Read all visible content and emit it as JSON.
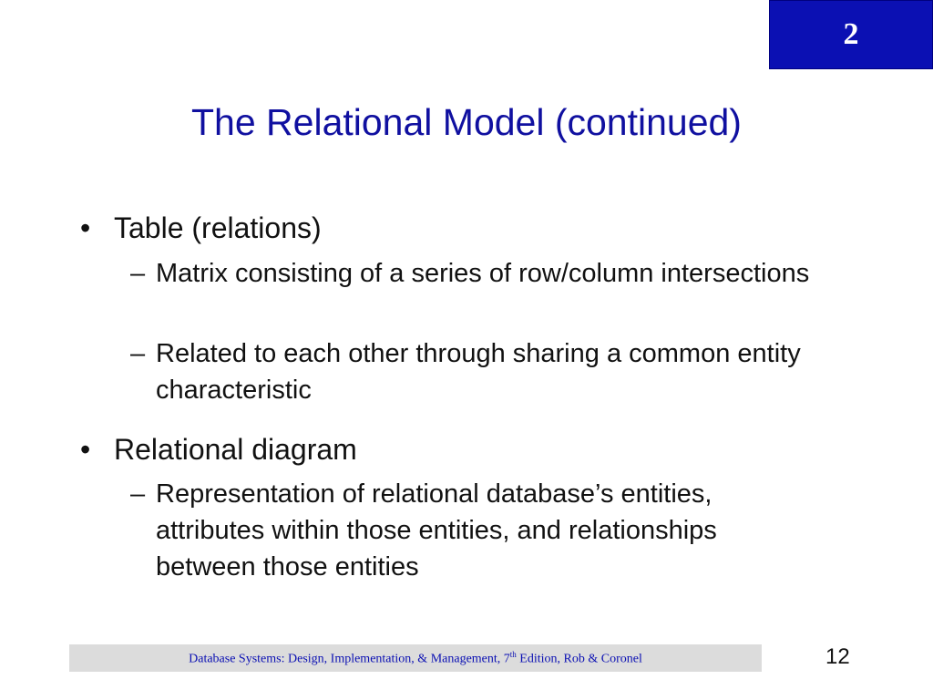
{
  "chapter": "2",
  "title": "The Relational Model (continued)",
  "bullets": [
    {
      "symbol": "•",
      "text": "Table (relations)",
      "subs": [
        {
          "symbol": "–",
          "text": "Matrix consisting of a series of row/column intersections"
        },
        {
          "symbol": "–",
          "text": "Related to each other through sharing a common entity characteristic"
        }
      ]
    },
    {
      "symbol": "•",
      "text": "Relational diagram",
      "subs": [
        {
          "symbol": "–",
          "text": "Representation of relational database’s entities, attributes within those entities, and relationships between those entities"
        }
      ]
    }
  ],
  "footer": {
    "before": "Database Systems: Design, Implementation, & Management, 7",
    "sup": "th",
    "after": " Edition, Rob & Coronel"
  },
  "page_number": "12"
}
